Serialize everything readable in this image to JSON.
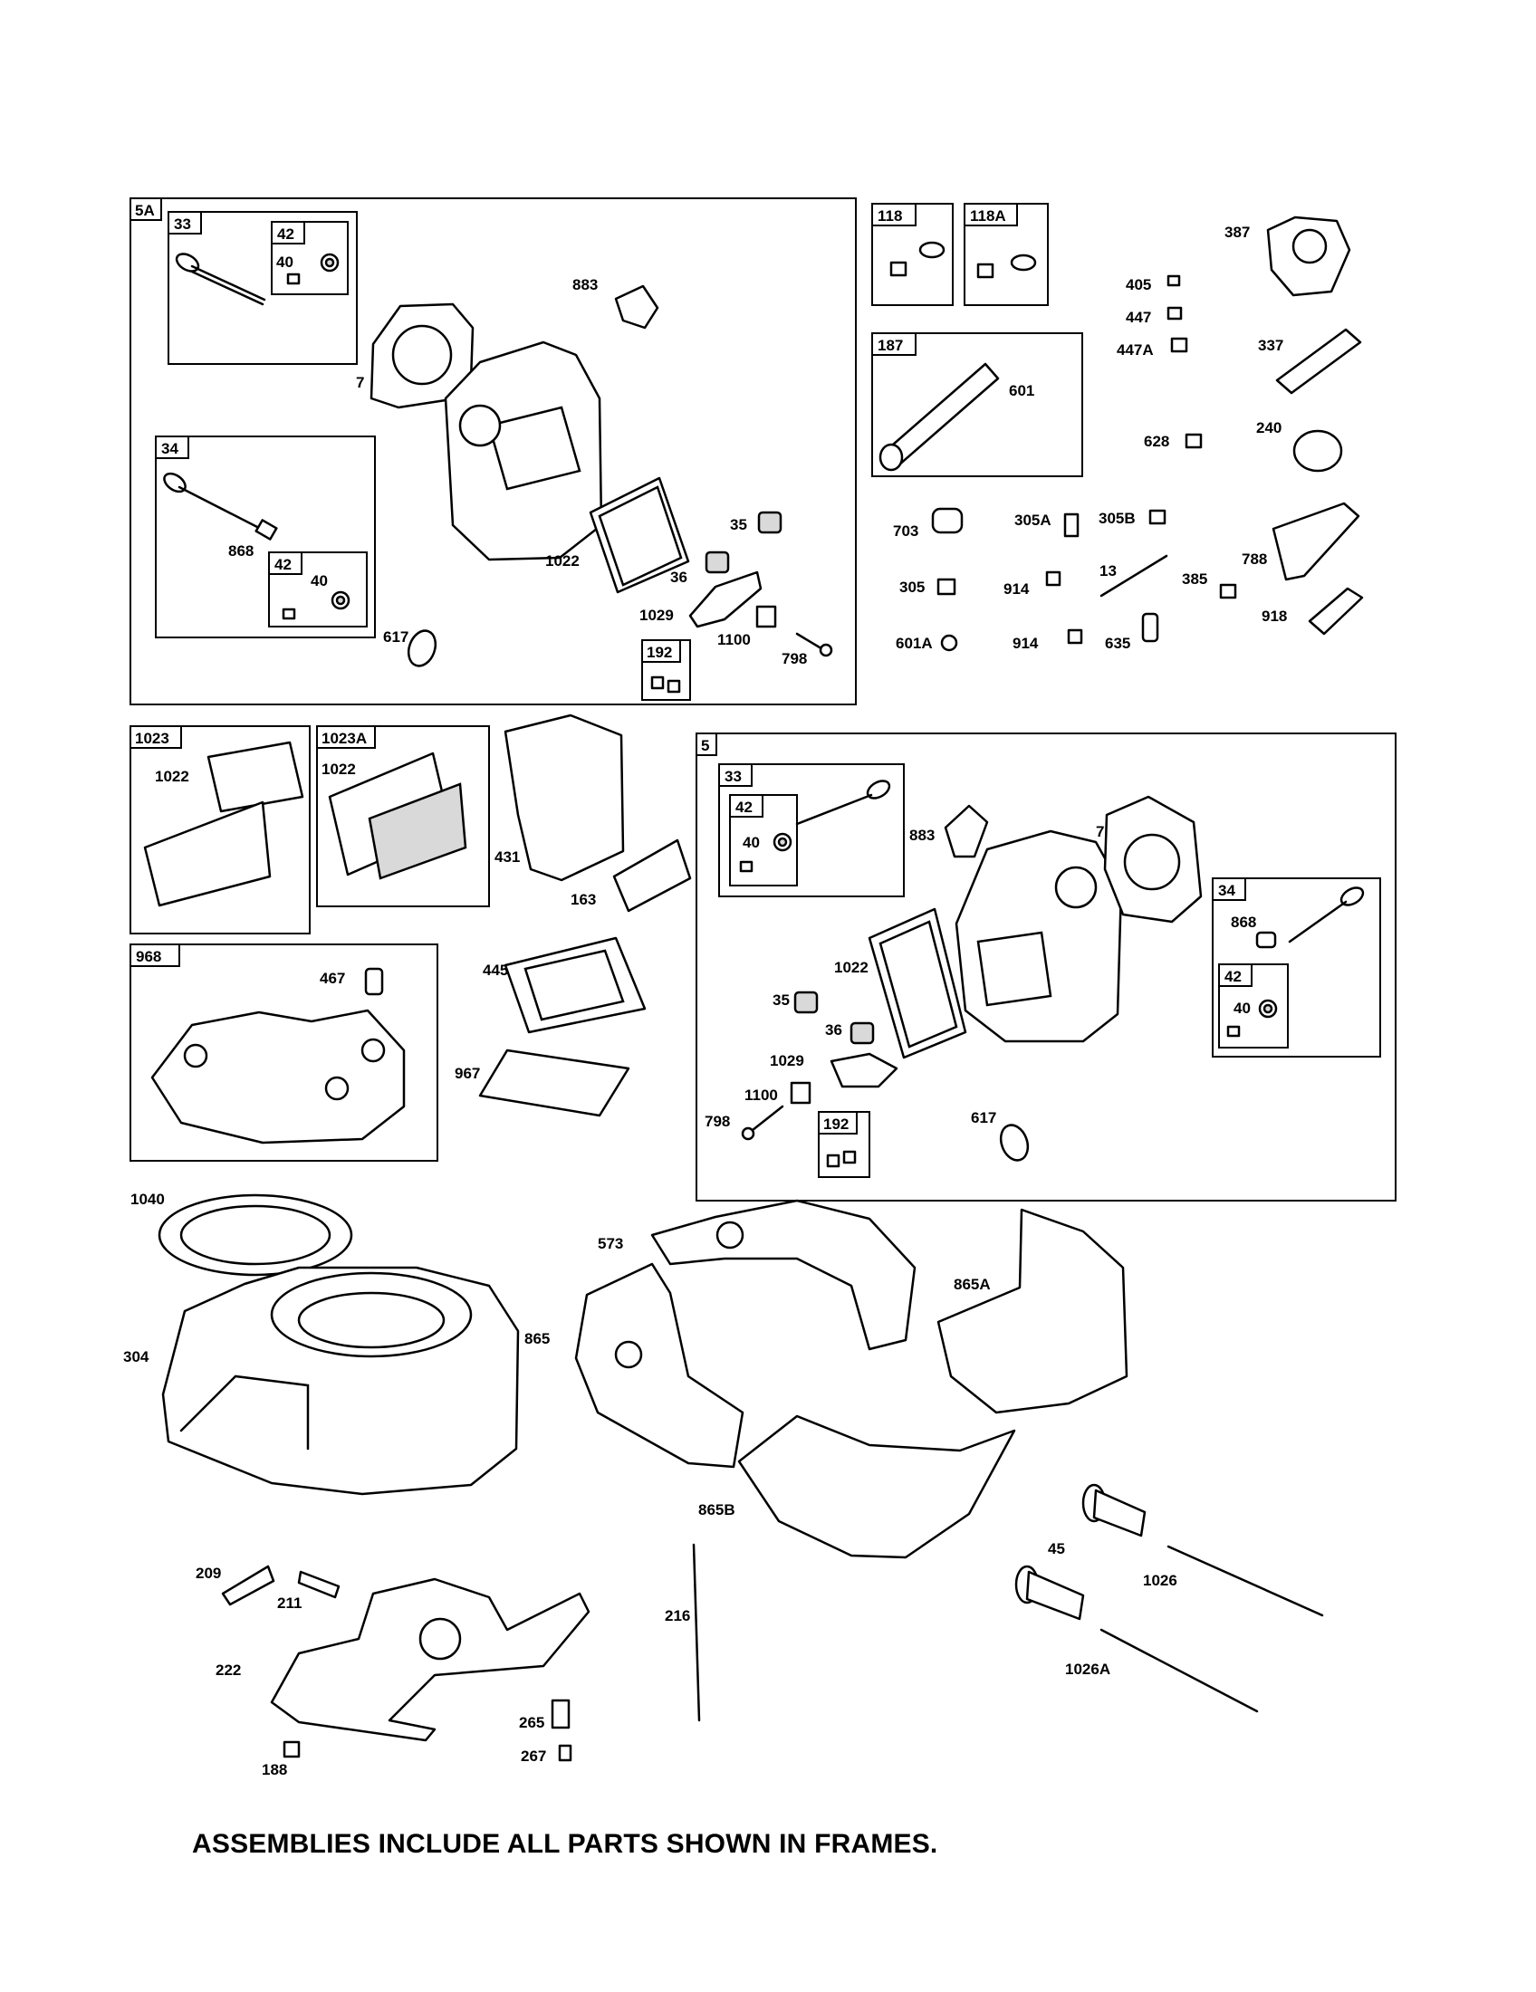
{
  "footer": {
    "note": "ASSEMBLIES INCLUDE ALL PARTS SHOWN IN FRAMES."
  },
  "frames": {
    "f_5A": "5A",
    "f_33a": "33",
    "f_42a": "42",
    "f_34a": "34",
    "f_42b": "42",
    "f_192a": "192",
    "f_118": "118",
    "f_118A": "118A",
    "f_187": "187",
    "f_1023": "1023",
    "f_1023A": "1023A",
    "f_968": "968",
    "f_5": "5",
    "f_33b": "33",
    "f_42c": "42",
    "f_34b": "34",
    "f_42d": "42",
    "f_192b": "192"
  },
  "callouts": {
    "c40a": "40",
    "c7a": "7",
    "c883a": "883",
    "c868a": "868",
    "c40b": "40",
    "c1022a": "1022",
    "c35a": "35",
    "c36a": "36",
    "c1029a": "1029",
    "c1100a": "1100",
    "c798a": "798",
    "c617a": "617",
    "c601": "601",
    "c387": "387",
    "c405": "405",
    "c447": "447",
    "c447A": "447A",
    "c337": "337",
    "c628": "628",
    "c240": "240",
    "c703": "703",
    "c305A": "305A",
    "c305B": "305B",
    "c788": "788",
    "c305": "305",
    "c914a": "914",
    "c13": "13",
    "c385": "385",
    "c918": "918",
    "c601A": "601A",
    "c914b": "914",
    "c635": "635",
    "c1022b": "1022",
    "c1022c": "1022",
    "c431": "431",
    "c163": "163",
    "c467": "467",
    "c445": "445",
    "c967": "967",
    "c40c": "40",
    "c883b": "883",
    "c7b": "7",
    "c868b": "868",
    "c40d": "40",
    "c1022d": "1022",
    "c35b": "35",
    "c36b": "36",
    "c1029b": "1029",
    "c1100b": "1100",
    "c798b": "798",
    "c617b": "617",
    "c1040": "1040",
    "c304": "304",
    "c573": "573",
    "c865": "865",
    "c865A": "865A",
    "c865B": "865B",
    "c45": "45",
    "c1026": "1026",
    "c1026A": "1026A",
    "c209": "209",
    "c211": "211",
    "c222": "222",
    "c216": "216",
    "c188": "188",
    "c265": "265",
    "c267": "267"
  }
}
